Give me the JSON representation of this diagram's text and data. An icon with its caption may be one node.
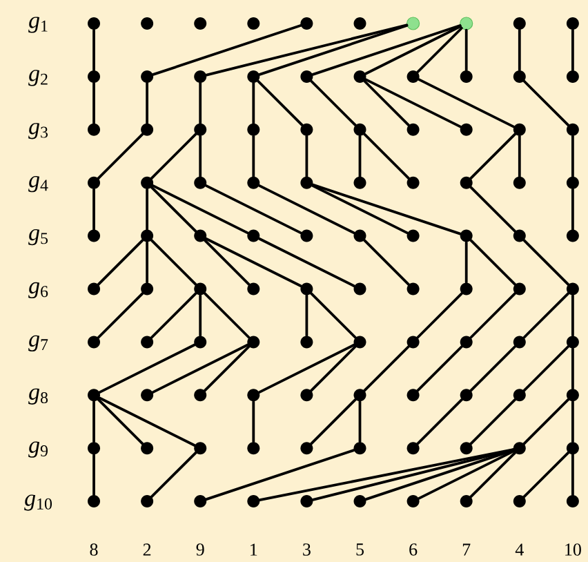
{
  "diagram": {
    "nodes": [
      {
        "text": [],
        "shape": "circle"
      },
      {
        "text": [],
        "shape": "circle"
      },
      {
        "text": [],
        "shape": "circle"
      },
      {
        "text": [],
        "shape": "circle"
      },
      {
        "text": [],
        "shape": "circle"
      },
      {
        "text": [],
        "shape": "circle"
      },
      {
        "text": [],
        "shape": "circle"
      },
      {
        "text": [],
        "shape": "circle"
      },
      {
        "text": [],
        "shape": "circle"
      },
      {
        "text": [],
        "shape": "circle"
      },
      {
        "text": [],
        "shape": "circle"
      },
      {
        "text": [],
        "shape": "circle"
      },
      {
        "text": [],
        "shape": "circle"
      },
      {
        "text": [],
        "shape": "circle"
      },
      {
        "text": [],
        "shape": "circle"
      },
      {
        "text": [],
        "shape": "circle"
      },
      {
        "text": [],
        "shape": "circle"
      },
      {
        "text": [],
        "shape": "circle"
      },
      {
        "text": [],
        "shape": "circle"
      },
      {
        "text": [],
        "shape": "circle"
      },
      {
        "text": [],
        "shape": "circle"
      },
      {
        "text": [],
        "shape": "circle"
      },
      {
        "text": [],
        "shape": "circle"
      },
      {
        "text": [],
        "shape": "circle"
      },
      {
        "text": [],
        "shape": "circle"
      },
      {
        "text": [],
        "shape": "circle"
      },
      {
        "text": [],
        "shape": "circle"
      },
      {
        "text": [],
        "shape": "circle"
      },
      {
        "text": [],
        "shape": "circle"
      },
      {
        "text": [],
        "shape": "circle"
      },
      {
        "text": [],
        "shape": "circle"
      },
      {
        "text": [],
        "shape": "circle"
      },
      {
        "text": [],
        "shape": "circle"
      },
      {
        "text": [],
        "shape": "circle"
      },
      {
        "text": [],
        "shape": "circle"
      },
      {
        "text": [],
        "shape": "circle"
      },
      {
        "text": [],
        "shape": "circle"
      },
      {
        "text": [],
        "shape": "circle"
      },
      {
        "text": [],
        "shape": "circle"
      },
      {
        "text": [],
        "shape": "circle"
      },
      {
        "text": [],
        "shape": "circle"
      },
      {
        "text": [],
        "shape": "circle"
      },
      {
        "text": [],
        "shape": "circle"
      },
      {
        "text": [],
        "shape": "circle"
      },
      {
        "text": [],
        "shape": "circle"
      },
      {
        "text": [],
        "shape": "circle"
      },
      {
        "text": [],
        "shape": "circle"
      },
      {
        "text": [],
        "shape": "circle"
      },
      {
        "text": [],
        "shape": "circle"
      },
      {
        "text": [],
        "shape": "circle"
      },
      {
        "text": [],
        "shape": "circle"
      },
      {
        "text": [],
        "shape": "circle"
      },
      {
        "text": [],
        "shape": "circle"
      },
      {
        "text": [],
        "shape": "circle"
      },
      {
        "text": [],
        "shape": "circle"
      },
      {
        "text": [],
        "shape": "circle"
      },
      {
        "text": [],
        "shape": "circle"
      },
      {
        "text": [],
        "shape": "circle"
      },
      {
        "text": [],
        "shape": "circle"
      },
      {
        "text": [],
        "shape": "circle"
      },
      {
        "text": [],
        "shape": "circle"
      },
      {
        "text": [],
        "shape": "circle"
      },
      {
        "text": [],
        "shape": "circle"
      },
      {
        "text": [],
        "shape": "circle"
      },
      {
        "text": [],
        "shape": "circle"
      },
      {
        "text": [],
        "shape": "circle"
      },
      {
        "text": [],
        "shape": "circle"
      },
      {
        "text": [],
        "shape": "circle"
      },
      {
        "text": [],
        "shape": "circle"
      },
      {
        "text": [],
        "shape": "circle"
      },
      {
        "text": [],
        "shape": "circle"
      },
      {
        "text": [],
        "shape": "circle"
      },
      {
        "text": [],
        "shape": "circle"
      },
      {
        "text": [],
        "shape": "circle"
      },
      {
        "text": [],
        "shape": "circle"
      },
      {
        "text": [],
        "shape": "circle"
      },
      {
        "text": [],
        "shape": "circle"
      },
      {
        "text": [],
        "shape": "circle"
      },
      {
        "text": [],
        "shape": "circle"
      },
      {
        "text": [],
        "shape": "circle"
      },
      {
        "text": [],
        "shape": "circle"
      },
      {
        "text": [],
        "shape": "circle"
      },
      {
        "text": [],
        "shape": "circle"
      },
      {
        "text": [],
        "shape": "circle"
      },
      {
        "text": [],
        "shape": "circle"
      },
      {
        "text": [],
        "shape": "circle"
      },
      {
        "text": [],
        "shape": "circle"
      },
      {
        "text": [],
        "shape": "circle"
      },
      {
        "text": [],
        "shape": "circle"
      },
      {
        "text": [],
        "shape": "circle"
      },
      {
        "text": [],
        "shape": "circle"
      },
      {
        "text": [],
        "shape": "circle"
      },
      {
        "text": [],
        "shape": "circle"
      },
      {
        "text": [],
        "shape": "circle"
      },
      {
        "text": [],
        "shape": "circle"
      },
      {
        "text": [],
        "shape": "circle"
      },
      {
        "text": [],
        "shape": "circle"
      },
      {
        "text": [],
        "shape": "circle"
      },
      {
        "text": [],
        "shape": "circle"
      },
      {
        "text": [],
        "shape": "circle"
      }
    ],
    "edges": [
      {
        "from": 0,
        "to": 10,
        "arrow": "none"
      },
      {
        "from": 4,
        "to": 11,
        "arrow": "none"
      },
      {
        "from": 6,
        "to": 12,
        "arrow": "none"
      },
      {
        "from": 6,
        "to": 13,
        "arrow": "none"
      },
      {
        "from": 7,
        "to": 14,
        "arrow": "none"
      },
      {
        "from": 7,
        "to": 15,
        "arrow": "none"
      },
      {
        "from": 7,
        "to": 16,
        "arrow": "none"
      },
      {
        "from": 7,
        "to": 17,
        "arrow": "none"
      },
      {
        "from": 8,
        "to": 18,
        "arrow": "none"
      },
      {
        "from": 9,
        "to": 19,
        "arrow": "none"
      },
      {
        "from": 10,
        "to": 20,
        "arrow": "none"
      },
      {
        "from": 11,
        "to": 21,
        "arrow": "none"
      },
      {
        "from": 12,
        "to": 22,
        "arrow": "none"
      },
      {
        "from": 13,
        "to": 23,
        "arrow": "none"
      },
      {
        "from": 13,
        "to": 24,
        "arrow": "none"
      },
      {
        "from": 14,
        "to": 25,
        "arrow": "none"
      },
      {
        "from": 15,
        "to": 26,
        "arrow": "none"
      },
      {
        "from": 15,
        "to": 27,
        "arrow": "none"
      },
      {
        "from": 16,
        "to": 28,
        "arrow": "none"
      },
      {
        "from": 18,
        "to": 29,
        "arrow": "none"
      },
      {
        "from": 21,
        "to": 30,
        "arrow": "none"
      },
      {
        "from": 22,
        "to": 31,
        "arrow": "none"
      },
      {
        "from": 22,
        "to": 32,
        "arrow": "none"
      },
      {
        "from": 23,
        "to": 33,
        "arrow": "none"
      },
      {
        "from": 24,
        "to": 34,
        "arrow": "none"
      },
      {
        "from": 25,
        "to": 35,
        "arrow": "none"
      },
      {
        "from": 25,
        "to": 36,
        "arrow": "none"
      },
      {
        "from": 28,
        "to": 37,
        "arrow": "none"
      },
      {
        "from": 28,
        "to": 38,
        "arrow": "none"
      },
      {
        "from": 29,
        "to": 39,
        "arrow": "none"
      },
      {
        "from": 30,
        "to": 40,
        "arrow": "none"
      },
      {
        "from": 31,
        "to": 41,
        "arrow": "none"
      },
      {
        "from": 31,
        "to": 42,
        "arrow": "none"
      },
      {
        "from": 31,
        "to": 43,
        "arrow": "none"
      },
      {
        "from": 32,
        "to": 44,
        "arrow": "none"
      },
      {
        "from": 33,
        "to": 45,
        "arrow": "none"
      },
      {
        "from": 34,
        "to": 46,
        "arrow": "none"
      },
      {
        "from": 34,
        "to": 47,
        "arrow": "none"
      },
      {
        "from": 37,
        "to": 48,
        "arrow": "none"
      },
      {
        "from": 39,
        "to": 49,
        "arrow": "none"
      },
      {
        "from": 41,
        "to": 50,
        "arrow": "none"
      },
      {
        "from": 41,
        "to": 51,
        "arrow": "none"
      },
      {
        "from": 41,
        "to": 52,
        "arrow": "none"
      },
      {
        "from": 42,
        "to": 53,
        "arrow": "none"
      },
      {
        "from": 42,
        "to": 54,
        "arrow": "none"
      },
      {
        "from": 43,
        "to": 55,
        "arrow": "none"
      },
      {
        "from": 45,
        "to": 56,
        "arrow": "none"
      },
      {
        "from": 47,
        "to": 57,
        "arrow": "none"
      },
      {
        "from": 47,
        "to": 58,
        "arrow": "none"
      },
      {
        "from": 48,
        "to": 59,
        "arrow": "none"
      },
      {
        "from": 51,
        "to": 60,
        "arrow": "none"
      },
      {
        "from": 52,
        "to": 61,
        "arrow": "none"
      },
      {
        "from": 52,
        "to": 62,
        "arrow": "none"
      },
      {
        "from": 52,
        "to": 63,
        "arrow": "none"
      },
      {
        "from": 54,
        "to": 64,
        "arrow": "none"
      },
      {
        "from": 54,
        "to": 65,
        "arrow": "none"
      },
      {
        "from": 57,
        "to": 66,
        "arrow": "none"
      },
      {
        "from": 58,
        "to": 67,
        "arrow": "none"
      },
      {
        "from": 59,
        "to": 68,
        "arrow": "none"
      },
      {
        "from": 59,
        "to": 69,
        "arrow": "none"
      },
      {
        "from": 62,
        "to": 70,
        "arrow": "none"
      },
      {
        "from": 63,
        "to": 71,
        "arrow": "none"
      },
      {
        "from": 63,
        "to": 72,
        "arrow": "none"
      },
      {
        "from": 65,
        "to": 73,
        "arrow": "none"
      },
      {
        "from": 65,
        "to": 74,
        "arrow": "none"
      },
      {
        "from": 66,
        "to": 75,
        "arrow": "none"
      },
      {
        "from": 67,
        "to": 76,
        "arrow": "none"
      },
      {
        "from": 68,
        "to": 77,
        "arrow": "none"
      },
      {
        "from": 69,
        "to": 78,
        "arrow": "none"
      },
      {
        "from": 69,
        "to": 79,
        "arrow": "none"
      },
      {
        "from": 70,
        "to": 80,
        "arrow": "none"
      },
      {
        "from": 70,
        "to": 81,
        "arrow": "none"
      },
      {
        "from": 70,
        "to": 82,
        "arrow": "none"
      },
      {
        "from": 73,
        "to": 83,
        "arrow": "none"
      },
      {
        "from": 75,
        "to": 84,
        "arrow": "none"
      },
      {
        "from": 75,
        "to": 85,
        "arrow": "none"
      },
      {
        "from": 77,
        "to": 86,
        "arrow": "none"
      },
      {
        "from": 78,
        "to": 87,
        "arrow": "none"
      },
      {
        "from": 79,
        "to": 88,
        "arrow": "none"
      },
      {
        "from": 79,
        "to": 89,
        "arrow": "none"
      },
      {
        "from": 80,
        "to": 90,
        "arrow": "none"
      },
      {
        "from": 82,
        "to": 91,
        "arrow": "none"
      },
      {
        "from": 85,
        "to": 92,
        "arrow": "none"
      },
      {
        "from": 88,
        "to": 93,
        "arrow": "none"
      },
      {
        "from": 88,
        "to": 94,
        "arrow": "none"
      },
      {
        "from": 88,
        "to": 95,
        "arrow": "none"
      },
      {
        "from": 88,
        "to": 96,
        "arrow": "none"
      },
      {
        "from": 88,
        "to": 97,
        "arrow": "none"
      },
      {
        "from": 89,
        "to": 98,
        "arrow": "none"
      },
      {
        "from": 89,
        "to": 99,
        "arrow": "none"
      }
    ],
    "labels": [
      "*g*$_{1}$",
      "*g*$_{2}$",
      "*g*$_{3}$",
      "*g*$_{4}$",
      "*g*$_{5}$",
      "*g*$_{6}$",
      "*g*$_{7}$",
      "*g*$_{8}$",
      "*g*$_{9}$",
      "*g*$_{10}$",
      "8",
      "2",
      "9",
      "1",
      "3",
      "5",
      "6",
      "7",
      "4",
      "10"
    ]
  }
}
